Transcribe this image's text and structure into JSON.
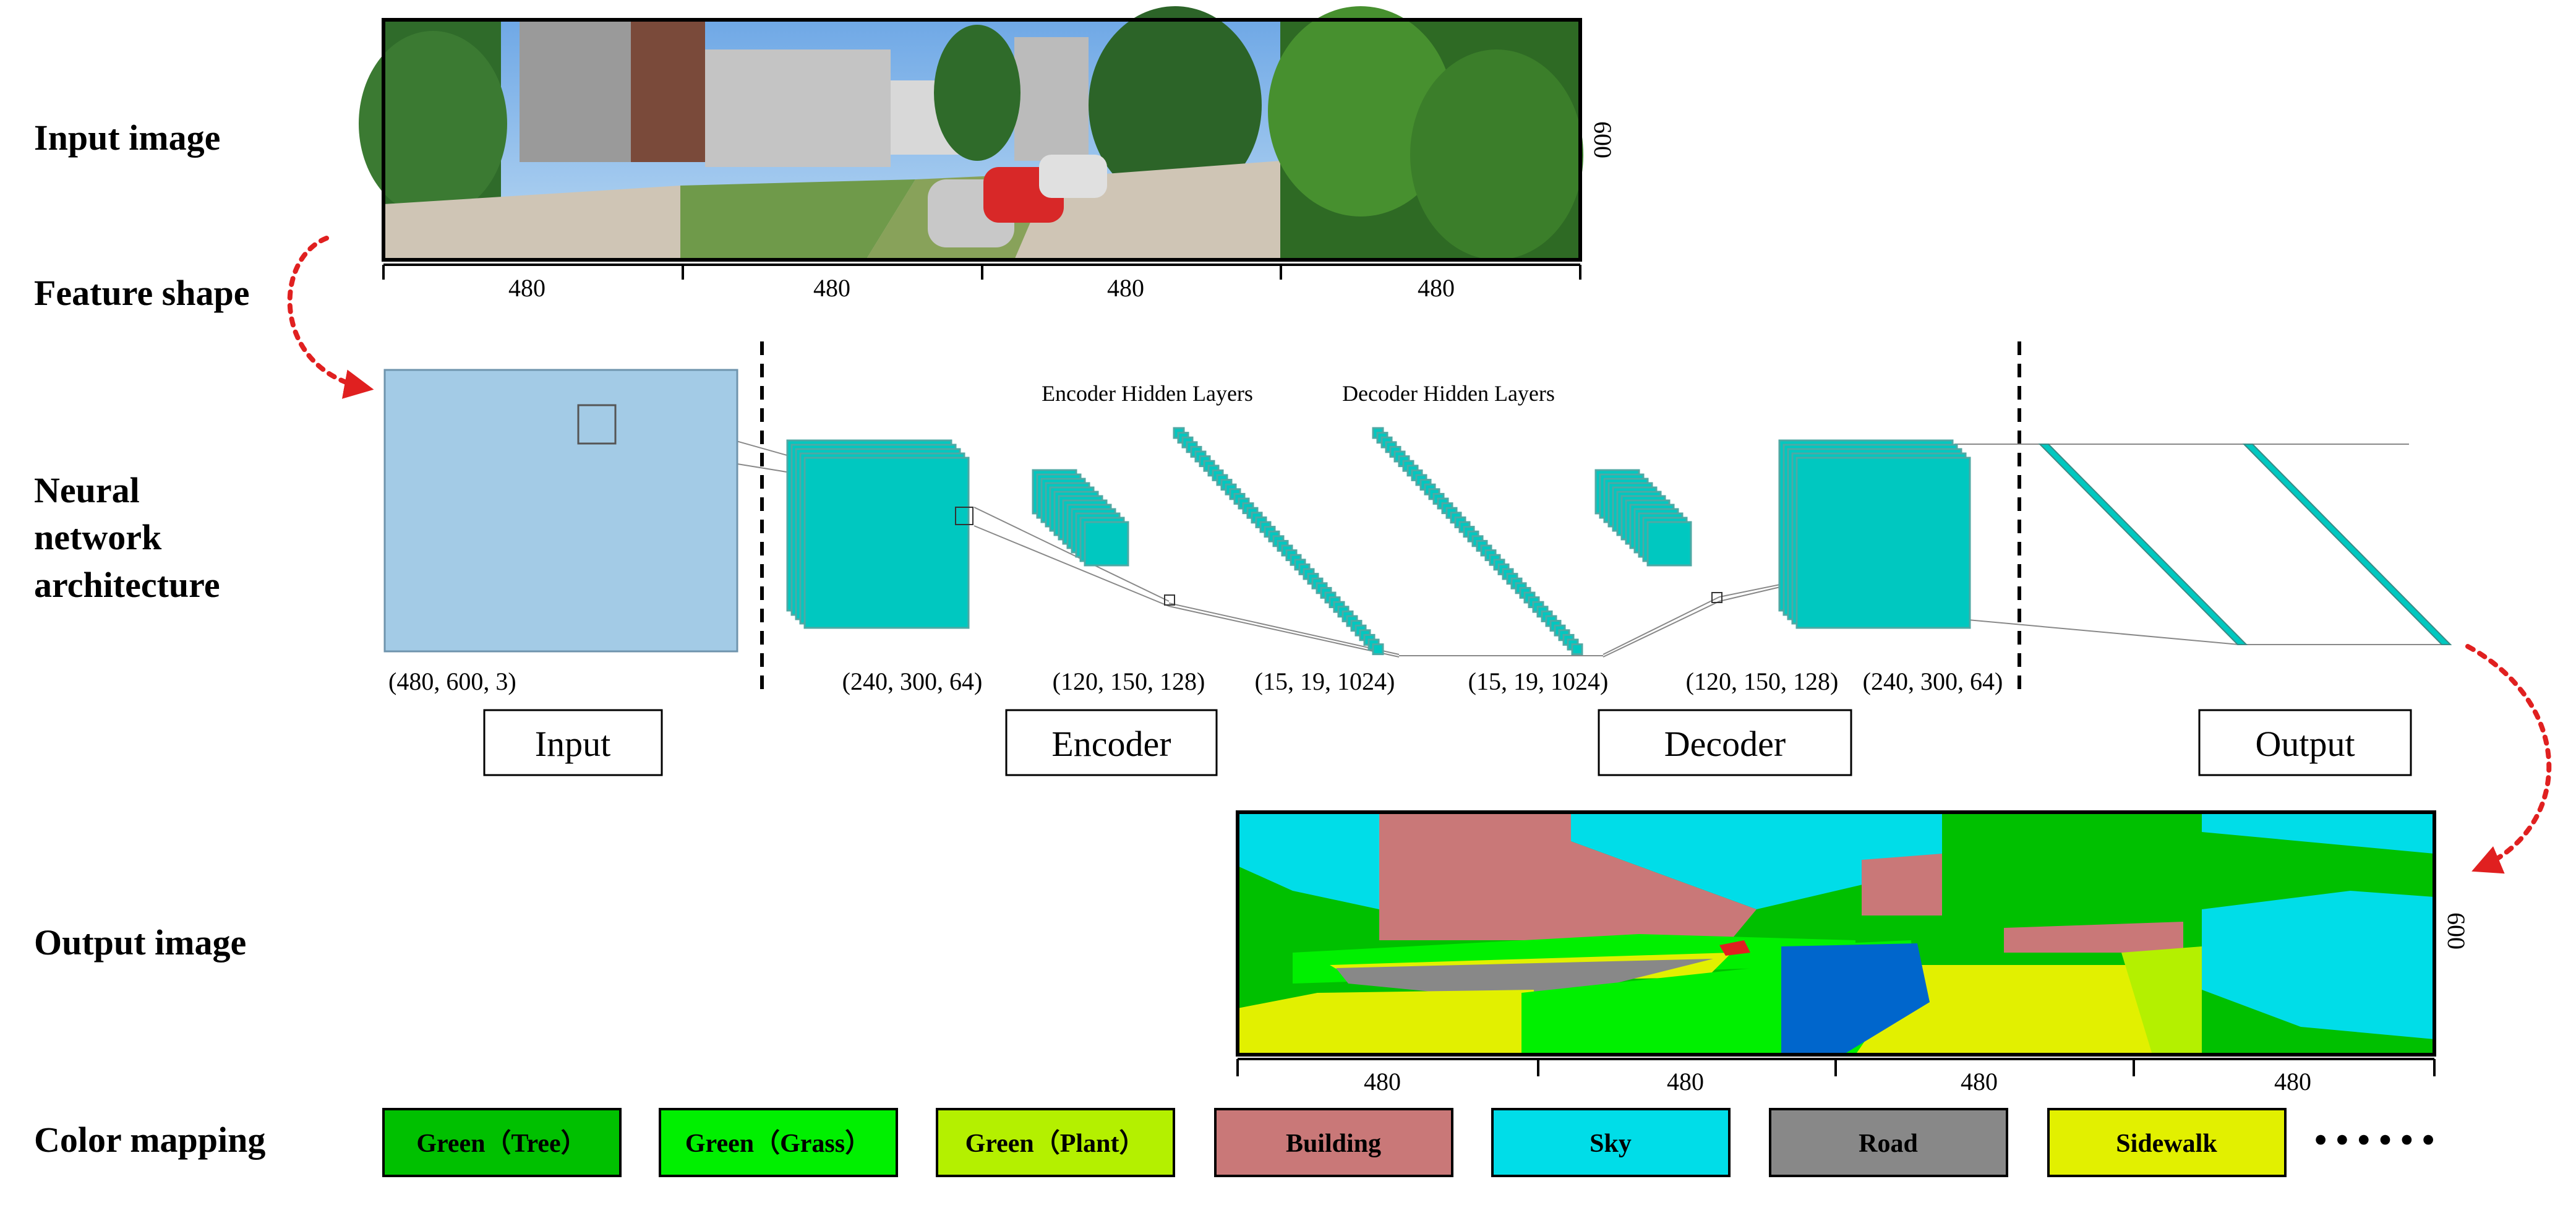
{
  "row_labels": {
    "input_image": "Input image",
    "feature_shape": "Feature shape",
    "nn_line1": "Neural",
    "nn_line2": "network",
    "nn_line3": "architecture",
    "output_image": "Output image",
    "color_mapping": "Color mapping"
  },
  "input_strip": {
    "segment_widths": [
      "480",
      "480",
      "480",
      "480"
    ],
    "height": "600"
  },
  "output_strip": {
    "segment_widths": [
      "480",
      "480",
      "480",
      "480"
    ],
    "height": "600"
  },
  "layer_titles": {
    "encoder_hidden": "Encoder Hidden Layers",
    "decoder_hidden": "Decoder Hidden Layers"
  },
  "shapes": {
    "input": "(480, 600, 3)",
    "enc1": "(240, 300, 64)",
    "enc2": "(120, 150, 128)",
    "enc3": "(15, 19, 1024)",
    "dec1": "(15, 19, 1024)",
    "dec2": "(120, 150, 128)",
    "dec3": "(240, 300, 64)"
  },
  "stages": {
    "input": "Input",
    "encoder": "Encoder",
    "decoder": "Decoder",
    "output": "Output"
  },
  "legend": {
    "items": [
      {
        "label": "Green（Tree）",
        "color": "#00c000"
      },
      {
        "label": "Green（Grass）",
        "color": "#00f000"
      },
      {
        "label": "Green（Plant）",
        "color": "#b4f000"
      },
      {
        "label": "Building",
        "color": "#c97878"
      },
      {
        "label": "Sky",
        "color": "#00dde8"
      },
      {
        "label": "Road",
        "color": "#888888"
      },
      {
        "label": "Sidewalk",
        "color": "#e2f000"
      }
    ],
    "more": "• • • • • •"
  },
  "colors": {
    "input_block": "#a3cbe6",
    "feature_block": "#00c8c0",
    "arrow": "#e02020"
  }
}
